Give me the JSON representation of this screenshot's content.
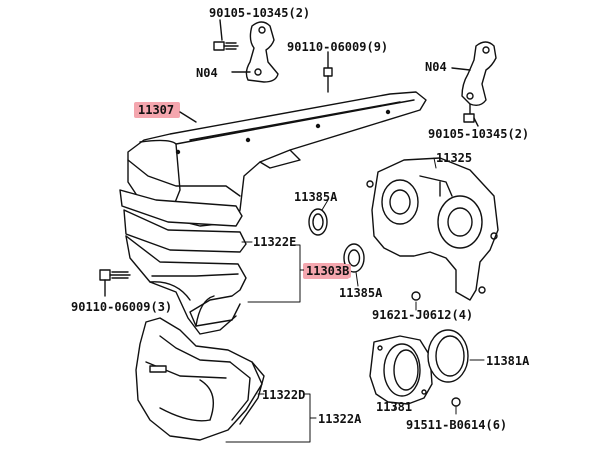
{
  "diagram": {
    "highlight_color": "#f4a6ae",
    "labels": {
      "bolt_top": "90105-10345(2)",
      "n04_left": "N04",
      "bolt_mid": "90110-06009(9)",
      "n04_right": "N04",
      "cover": "11307",
      "bolt_right": "90105-10345(2)",
      "plate": "11325",
      "seal_upper": "11385A",
      "cover_e": "11322E",
      "group_b": "11303B",
      "seal_lower": "11385A",
      "bolt_left": "90110-06009(3)",
      "bolt_plate": "91621-J0612(4)",
      "seal_rear": "11381A",
      "cover_d": "11322D",
      "retainer": "11381",
      "cover_a": "11322A",
      "bolt_retainer": "91511-B0614(6)"
    }
  }
}
